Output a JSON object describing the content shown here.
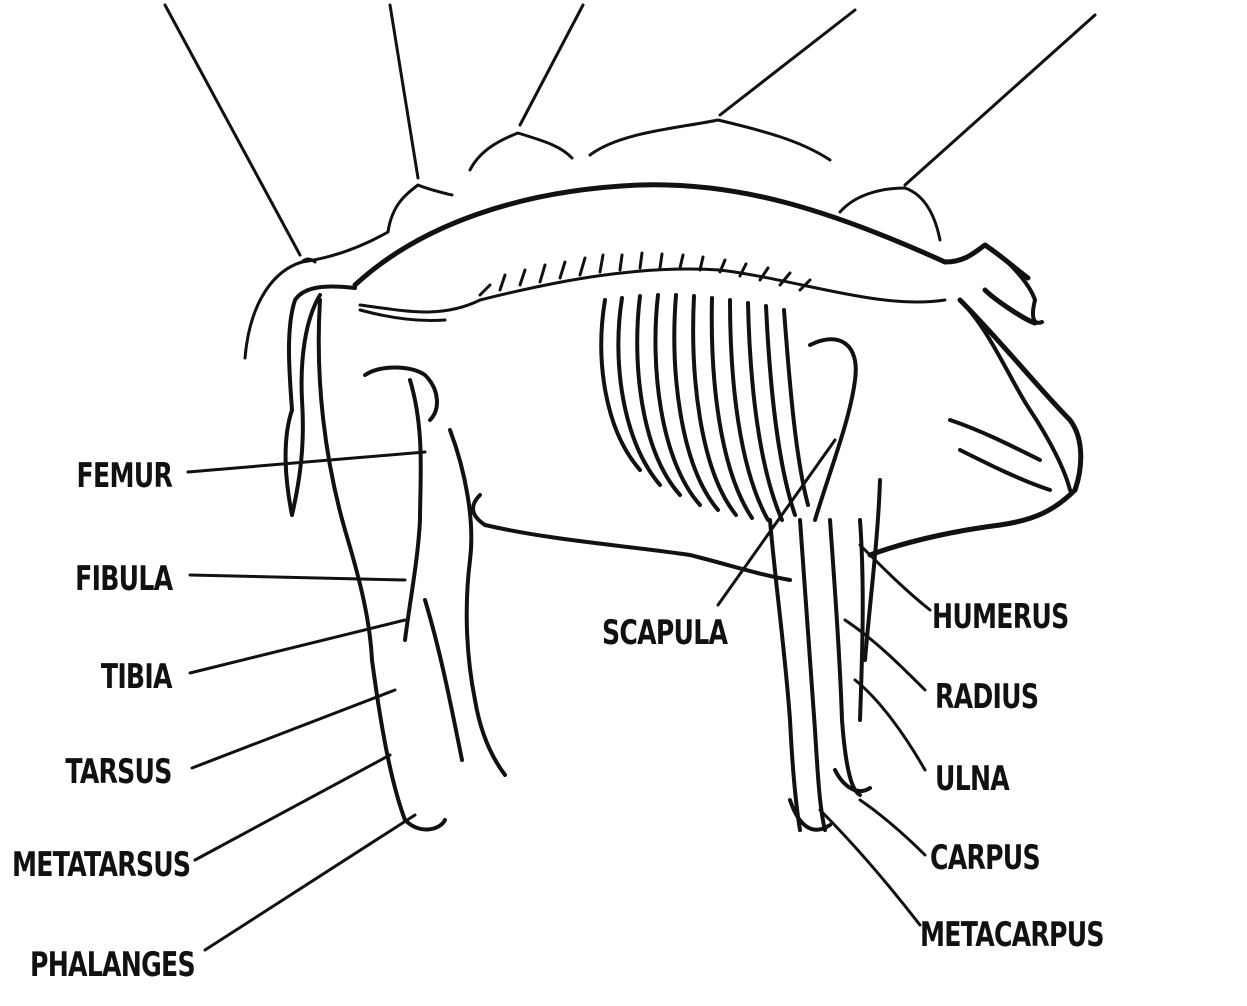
{
  "diagram": {
    "title": "",
    "hind_limb_labels": [
      "FEMUR",
      "FIBULA",
      "TIBIA",
      "TARSUS",
      "METATARSUS",
      "PHALANGES"
    ],
    "center_label": "SCAPULA",
    "fore_limb_labels": [
      "HUMERUS",
      "RADIUS",
      "ULNA",
      "CARPUS",
      "METACARPUS"
    ],
    "top_region_labels": [
      "",
      "",
      "",
      "",
      ""
    ],
    "colors": {
      "ink": "#111111",
      "background": "#ffffff"
    }
  }
}
